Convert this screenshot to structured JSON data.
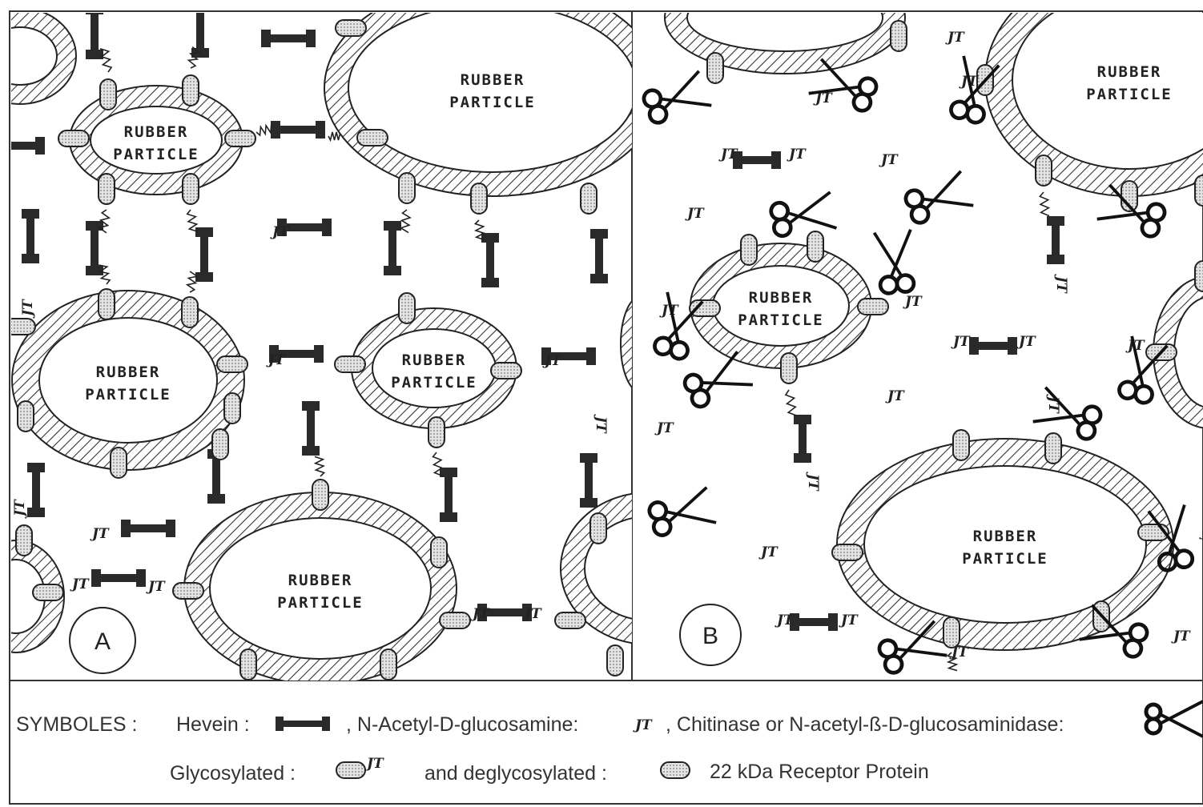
{
  "figure": {
    "particle_label_line1": "RUBBER",
    "particle_label_line2": "PARTICLE",
    "panel_a": "A",
    "panel_b": "B"
  },
  "legend": {
    "symboles": "SYMBOLES :",
    "hevein": "Hevein :",
    "glucosamine": ", N-Acetyl-D-glucosamine:",
    "chitinase": ", Chitinase or N-acetyl-ß-D-glucosaminidase:",
    "glycosylated": "Glycosylated :",
    "deglycosylated": "and deglycosylated :",
    "receptor": "22 kDa  Receptor Protein",
    "nt_glyph": "JT"
  },
  "colors": {
    "ink": "#222222",
    "hatch": "#333333",
    "receptor_fill": "#d8d8d8",
    "hevein_fill": "#2a2a2a"
  }
}
